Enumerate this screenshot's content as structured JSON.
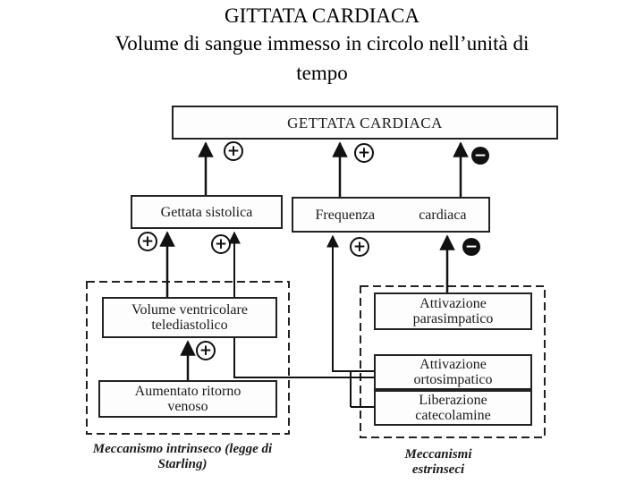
{
  "title": {
    "line1": "GITTATA CARDIACA",
    "line2": "Volume di sangue immesso in circolo nell’unità di",
    "line3": "tempo"
  },
  "nodes": {
    "cardiac_output": "GETTATA CARDIACA",
    "stroke_volume": "Gettata sistolica",
    "heart_rate_left": "Frequenza",
    "heart_rate_right": "cardiaca",
    "end_diastolic_volume": "Volume ventricolare telediastolico",
    "venous_return": "Aumentato ritorno venoso",
    "parasympathetic": "Attivazione parasimpatico",
    "sympathetic": "Attivazione ortosimpatico",
    "catecholamines": "Liberazione catecolamine"
  },
  "groups": {
    "intrinsic": "Meccanismo intrinseco (legge di Starling)",
    "extrinsic": "Meccanismi estrinseci"
  },
  "effects": {
    "plus_symbol": "+",
    "minus_symbol": "−"
  }
}
